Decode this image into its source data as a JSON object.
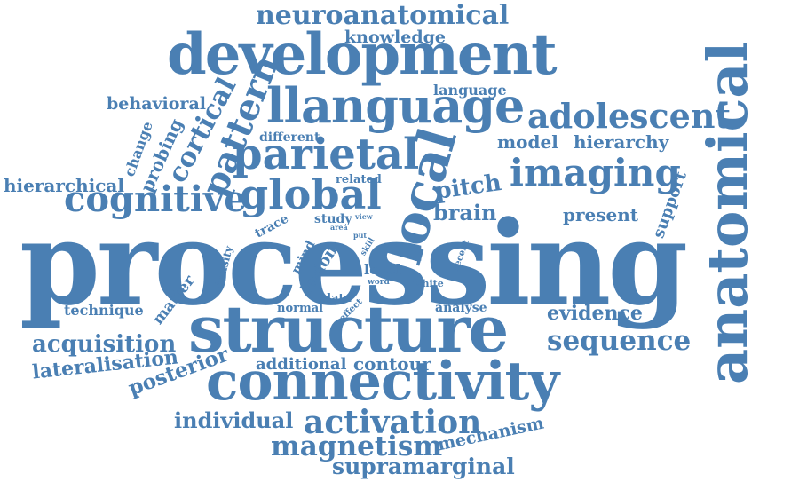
{
  "cloud": {
    "color": "#4a7fb3",
    "background": "#ffffff",
    "words": {
      "processing": "processing",
      "structure": "structure",
      "connectivity": "connectivity",
      "development": "development",
      "llanguage": "llanguage",
      "anatomical": "anatomical",
      "parietal": "parietal",
      "global": "global",
      "cognitive": "cognitive",
      "imaging": "imaging",
      "adolescent": "adolescent",
      "local": "local",
      "pattern": "pattern",
      "cortical": "cortical",
      "activation": "activation",
      "magnetism": "magnetism",
      "supramarginal": "supramarginal",
      "neuroanatomical": "neuroanatomical",
      "knowledge": "knowledge",
      "language": "language",
      "behavioral": "behavioral",
      "hierarchical": "hierarchical",
      "change": "change",
      "probing": "probing",
      "different": "different",
      "model": "model",
      "hierarchy": "hierarchy",
      "related": "related",
      "pitch": "pitch",
      "brain": "brain",
      "present": "present",
      "support": "support",
      "study": "study",
      "view": "view",
      "area": "area",
      "trace": "trace",
      "mind": "mind",
      "density": "density",
      "lesion": "lesion",
      "put": "put",
      "skill": "skill",
      "recent": "recent",
      "level": "level",
      "word": "word",
      "white": "white",
      "data": "data",
      "normal": "normal",
      "effect": "effect",
      "analyse": "analyse",
      "technique": "technique",
      "matter": "matter",
      "evidence": "evidence",
      "acquisition": "acquisition",
      "sequence": "sequence",
      "lateralisation": "lateralisation",
      "posterior": "posterior",
      "additional": "additional",
      "contour": "contour",
      "individual": "individual",
      "mechanism": "mechanism"
    }
  }
}
